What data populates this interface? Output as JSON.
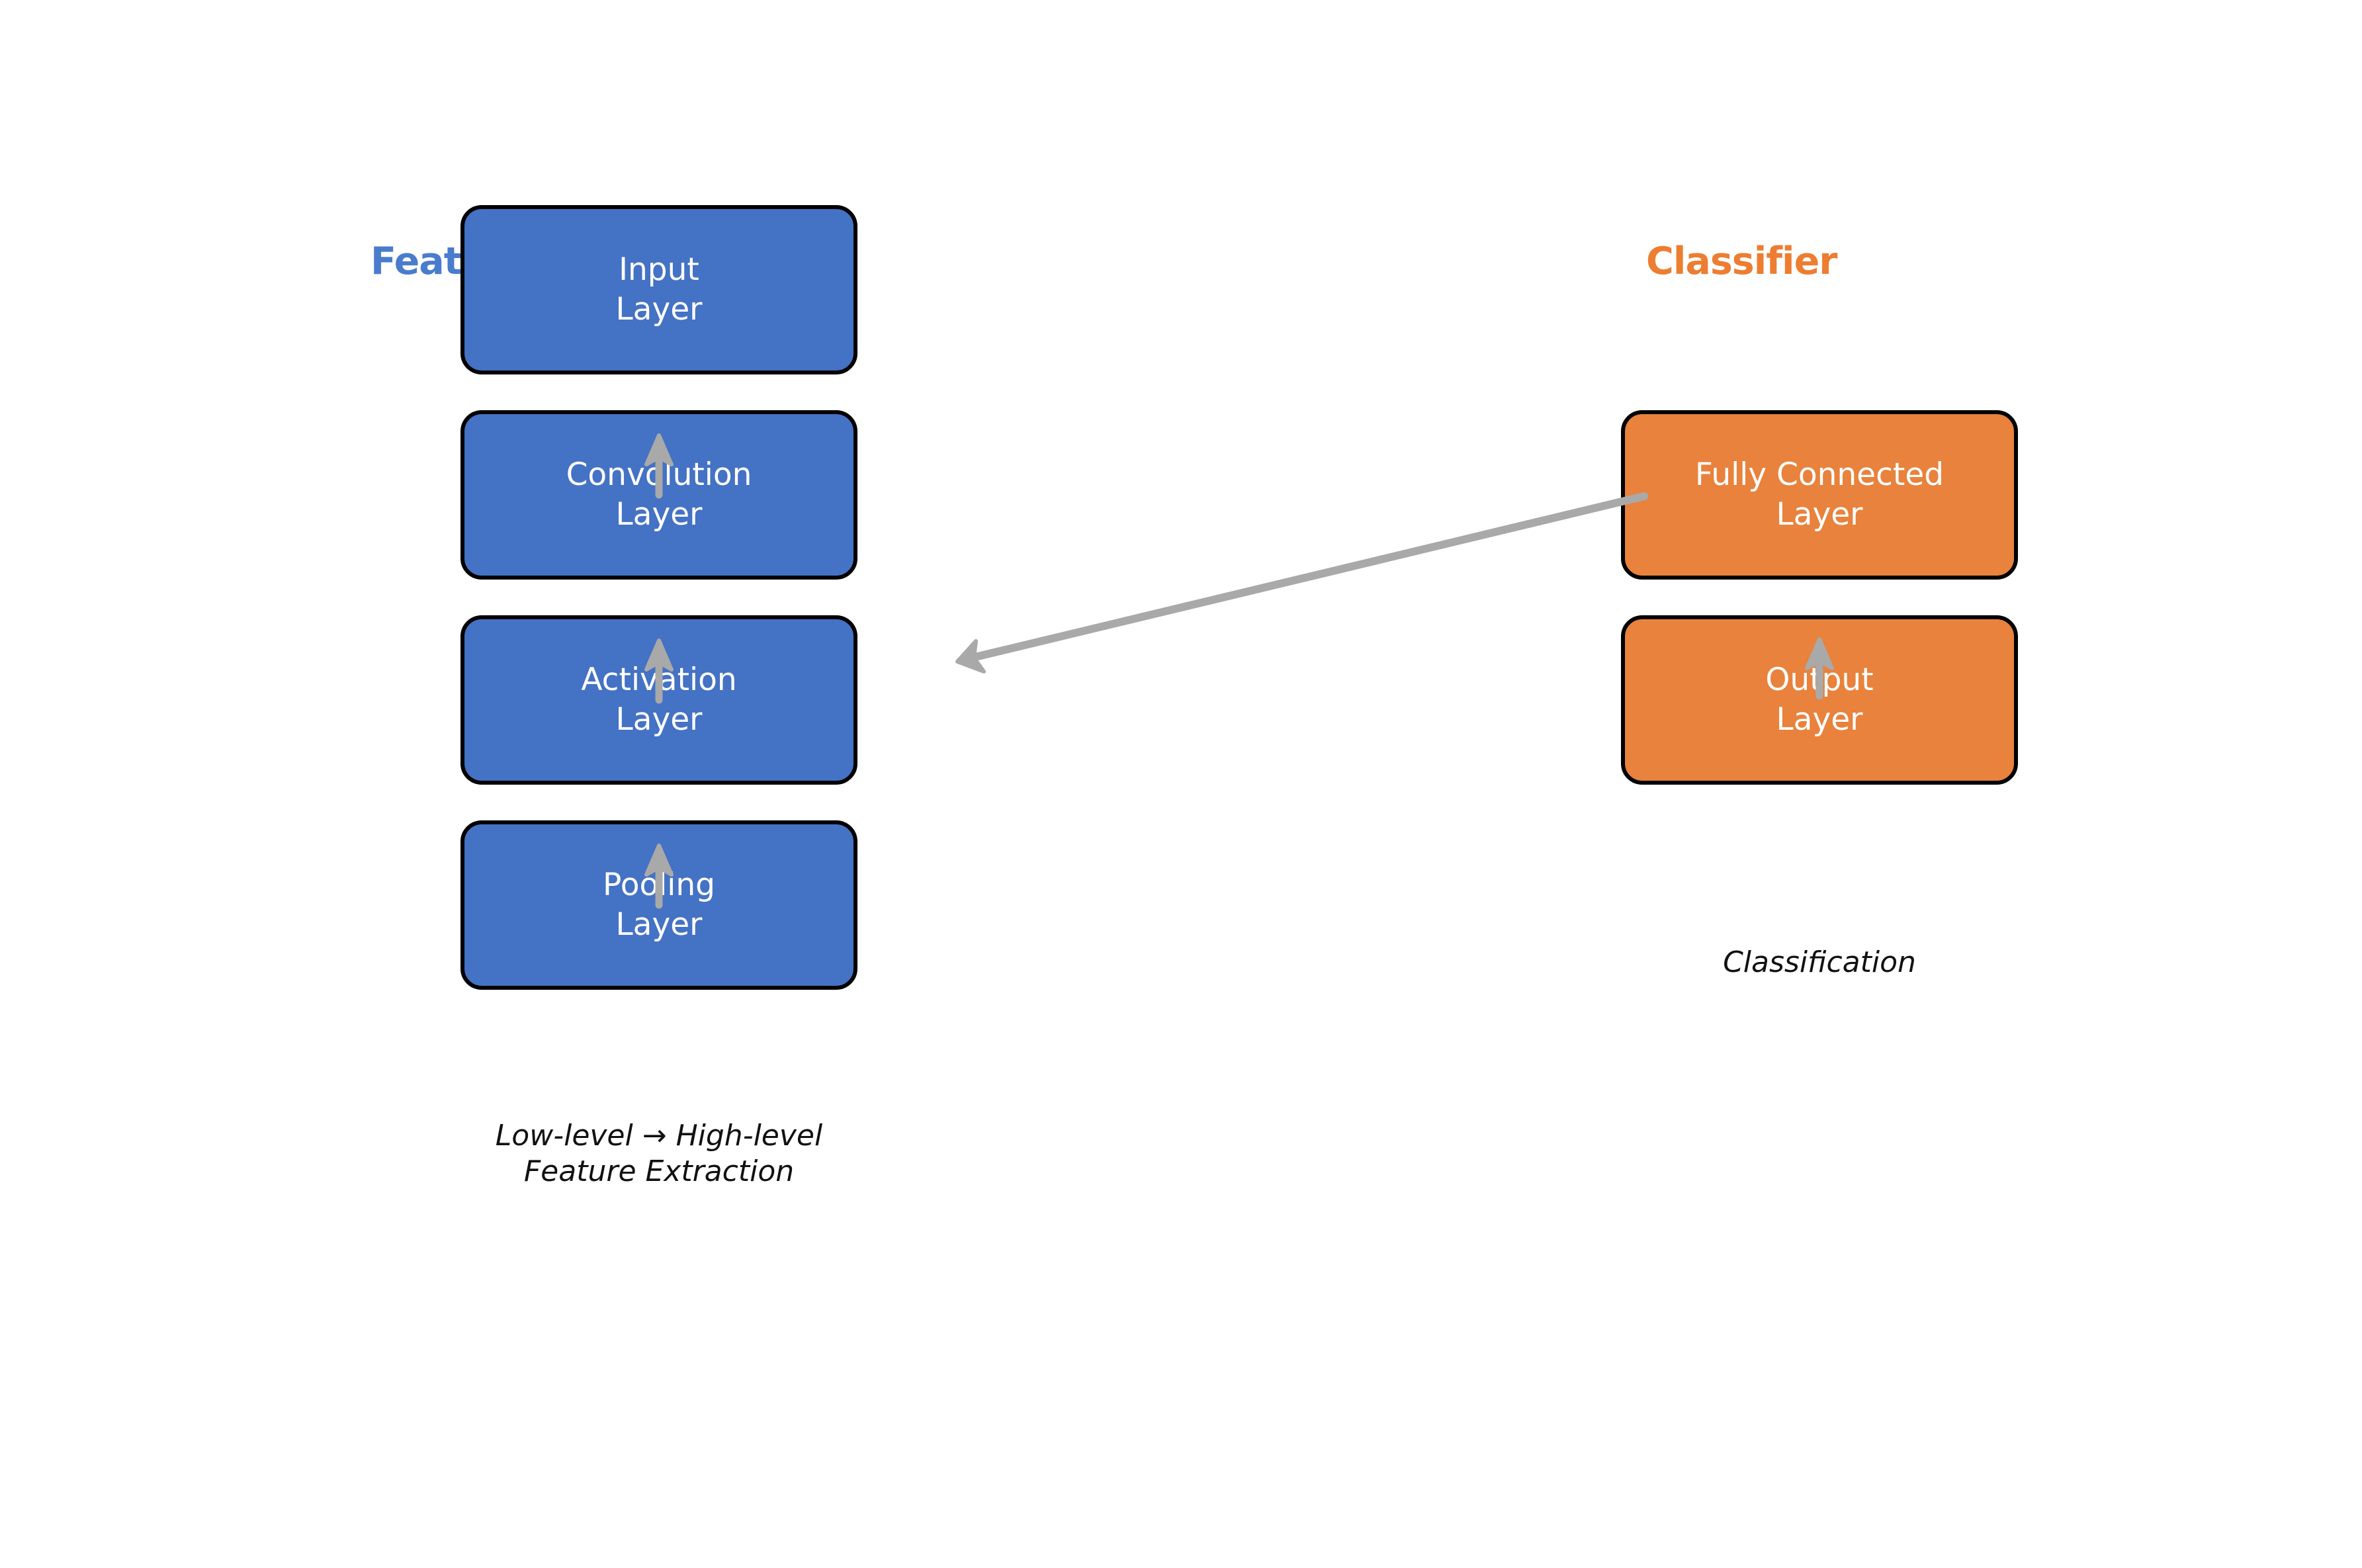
{
  "colors": {
    "background": "#FFFFFF",
    "blue_box_fill": "#4472C4",
    "orange_box_fill": "#E8823C",
    "box_border": "#000000",
    "box_text": "#FFFFFF",
    "header_blue": "#4A7CCD",
    "header_orange": "#ED7D31",
    "arrow_gray": "#A9A9A9",
    "caption_text": "#111111"
  },
  "headers": {
    "feature_extractor": "Feat",
    "classifier": "Classifier"
  },
  "feature_column": {
    "boxes": [
      {
        "line1": "Input",
        "line2": "Layer"
      },
      {
        "line1": "Convolution",
        "line2": "Layer"
      },
      {
        "line1": "Activation",
        "line2": "Layer"
      },
      {
        "line1": "Pooling",
        "line2": "Layer"
      }
    ],
    "caption_line1": "Low-level → High-level",
    "caption_line2": "Feature Extraction"
  },
  "classifier_column": {
    "boxes": [
      {
        "line1": "Fully Connected",
        "line2": "Layer"
      },
      {
        "line1": "Output",
        "line2": "Layer"
      }
    ],
    "caption": "Classification"
  },
  "arrows": {
    "up_arrow_count": 4,
    "diagonal_arrow": "from left edge of Fully Connected Layer pointing down-left toward Activation Layer"
  }
}
